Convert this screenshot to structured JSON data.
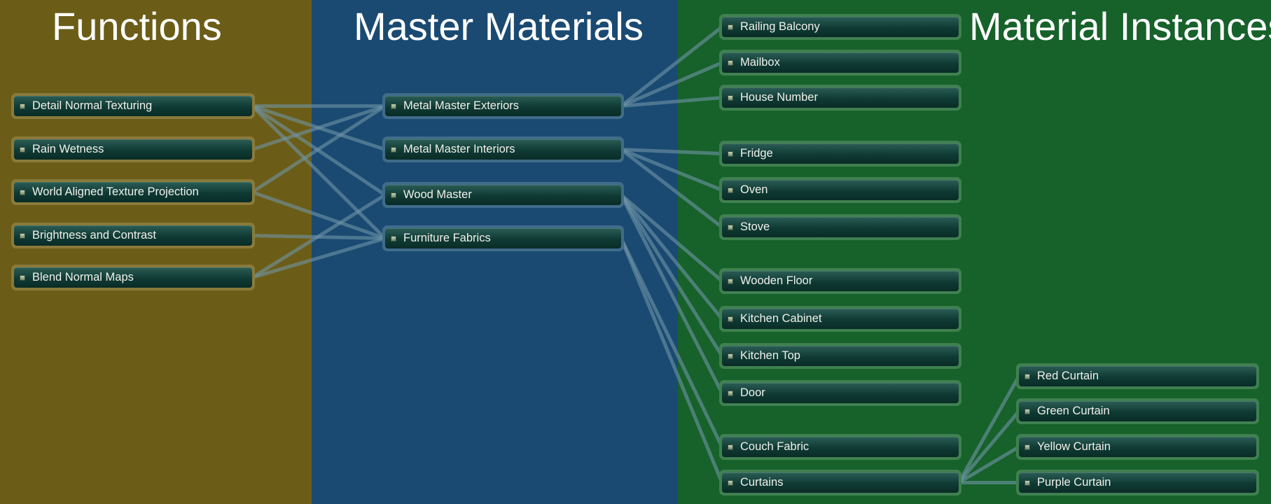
{
  "colors": {
    "functions_bg": "#6b5d17",
    "masters_bg": "#1a4a72",
    "instances_bg": "#17612b",
    "link": "#6f94a6"
  },
  "columns": {
    "functions": "Functions",
    "masters": "Master Materials",
    "instances": "Material Instances"
  },
  "nodes": {
    "detail_normal": "Detail Normal Texturing",
    "rain_wetness": "Rain Wetness",
    "world_aligned": "World Aligned Texture Projection",
    "brightness": "Brightness and Contrast",
    "blend_normal": "Blend Normal Maps",
    "metal_ext": "Metal Master Exteriors",
    "metal_int": "Metal Master Interiors",
    "wood_master": "Wood Master",
    "furniture_fabrics": "Furniture Fabrics",
    "railing_balcony": "Railing Balcony",
    "mailbox": "Mailbox",
    "house_number": "House Number",
    "fridge": "Fridge",
    "oven": "Oven",
    "stove": "Stove",
    "wooden_floor": "Wooden Floor",
    "kitchen_cabinet": "Kitchen Cabinet",
    "kitchen_top": "Kitchen Top",
    "door": "Door",
    "couch_fabric": "Couch Fabric",
    "curtains": "Curtains",
    "red_curtain": "Red Curtain",
    "green_curtain": "Green Curtain",
    "yellow_curtain": "Yellow Curtain",
    "purple_curtain": "Purple Curtain"
  },
  "links": [
    [
      "detail_normal",
      "metal_ext"
    ],
    [
      "detail_normal",
      "metal_int"
    ],
    [
      "detail_normal",
      "wood_master"
    ],
    [
      "detail_normal",
      "furniture_fabrics"
    ],
    [
      "rain_wetness",
      "metal_ext"
    ],
    [
      "world_aligned",
      "metal_ext"
    ],
    [
      "world_aligned",
      "furniture_fabrics"
    ],
    [
      "brightness",
      "furniture_fabrics"
    ],
    [
      "blend_normal",
      "wood_master"
    ],
    [
      "blend_normal",
      "furniture_fabrics"
    ],
    [
      "metal_ext",
      "railing_balcony"
    ],
    [
      "metal_ext",
      "mailbox"
    ],
    [
      "metal_ext",
      "house_number"
    ],
    [
      "metal_int",
      "fridge"
    ],
    [
      "metal_int",
      "oven"
    ],
    [
      "metal_int",
      "stove"
    ],
    [
      "wood_master",
      "wooden_floor"
    ],
    [
      "wood_master",
      "kitchen_cabinet"
    ],
    [
      "wood_master",
      "kitchen_top"
    ],
    [
      "wood_master",
      "door"
    ],
    [
      "furniture_fabrics",
      "couch_fabric"
    ],
    [
      "furniture_fabrics",
      "curtains"
    ],
    [
      "curtains",
      "red_curtain"
    ],
    [
      "curtains",
      "green_curtain"
    ],
    [
      "curtains",
      "yellow_curtain"
    ],
    [
      "curtains",
      "purple_curtain"
    ]
  ]
}
